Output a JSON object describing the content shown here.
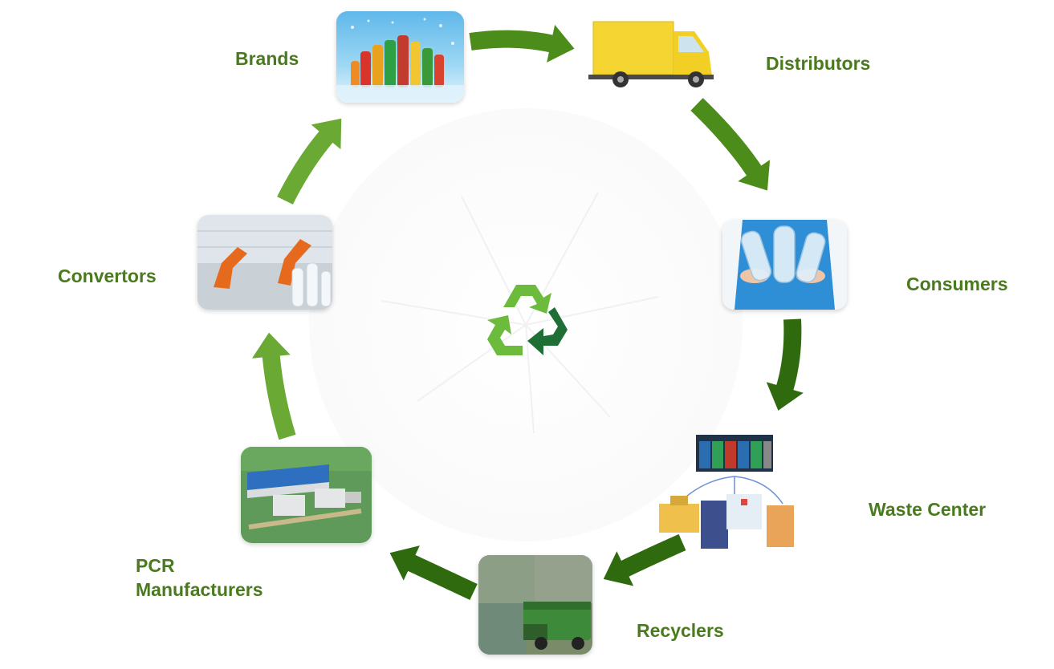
{
  "diagram": {
    "center_icon": "recycle-icon",
    "nodes": [
      {
        "key": "brands",
        "label": "Brands",
        "icon": "beverage-bottles-image"
      },
      {
        "key": "distributors",
        "label": "Distributors",
        "icon": "delivery-truck-image"
      },
      {
        "key": "consumers",
        "label": "Consumers",
        "icon": "person-holding-bottles-image"
      },
      {
        "key": "waste-center",
        "label": "Waste Center",
        "icon": "waste-collection-network-image"
      },
      {
        "key": "recyclers",
        "label": "Recyclers",
        "icon": "baled-plastic-garbage-truck-image"
      },
      {
        "key": "pcr-manufacturers",
        "label_lines": [
          "PCR",
          "Manufacturers"
        ],
        "icon": "factory-aerial-image"
      },
      {
        "key": "convertors",
        "label": "Convertors",
        "icon": "robotic-bottle-production-image"
      }
    ],
    "colors": {
      "label_text": "#4a7a1e",
      "arrow_light": "#6aaa34",
      "arrow_mid": "#4b8c1a",
      "arrow_dark": "#2f6a0e",
      "recycle_dark": "#1f6e35",
      "recycle_light": "#6cbb3c"
    }
  }
}
